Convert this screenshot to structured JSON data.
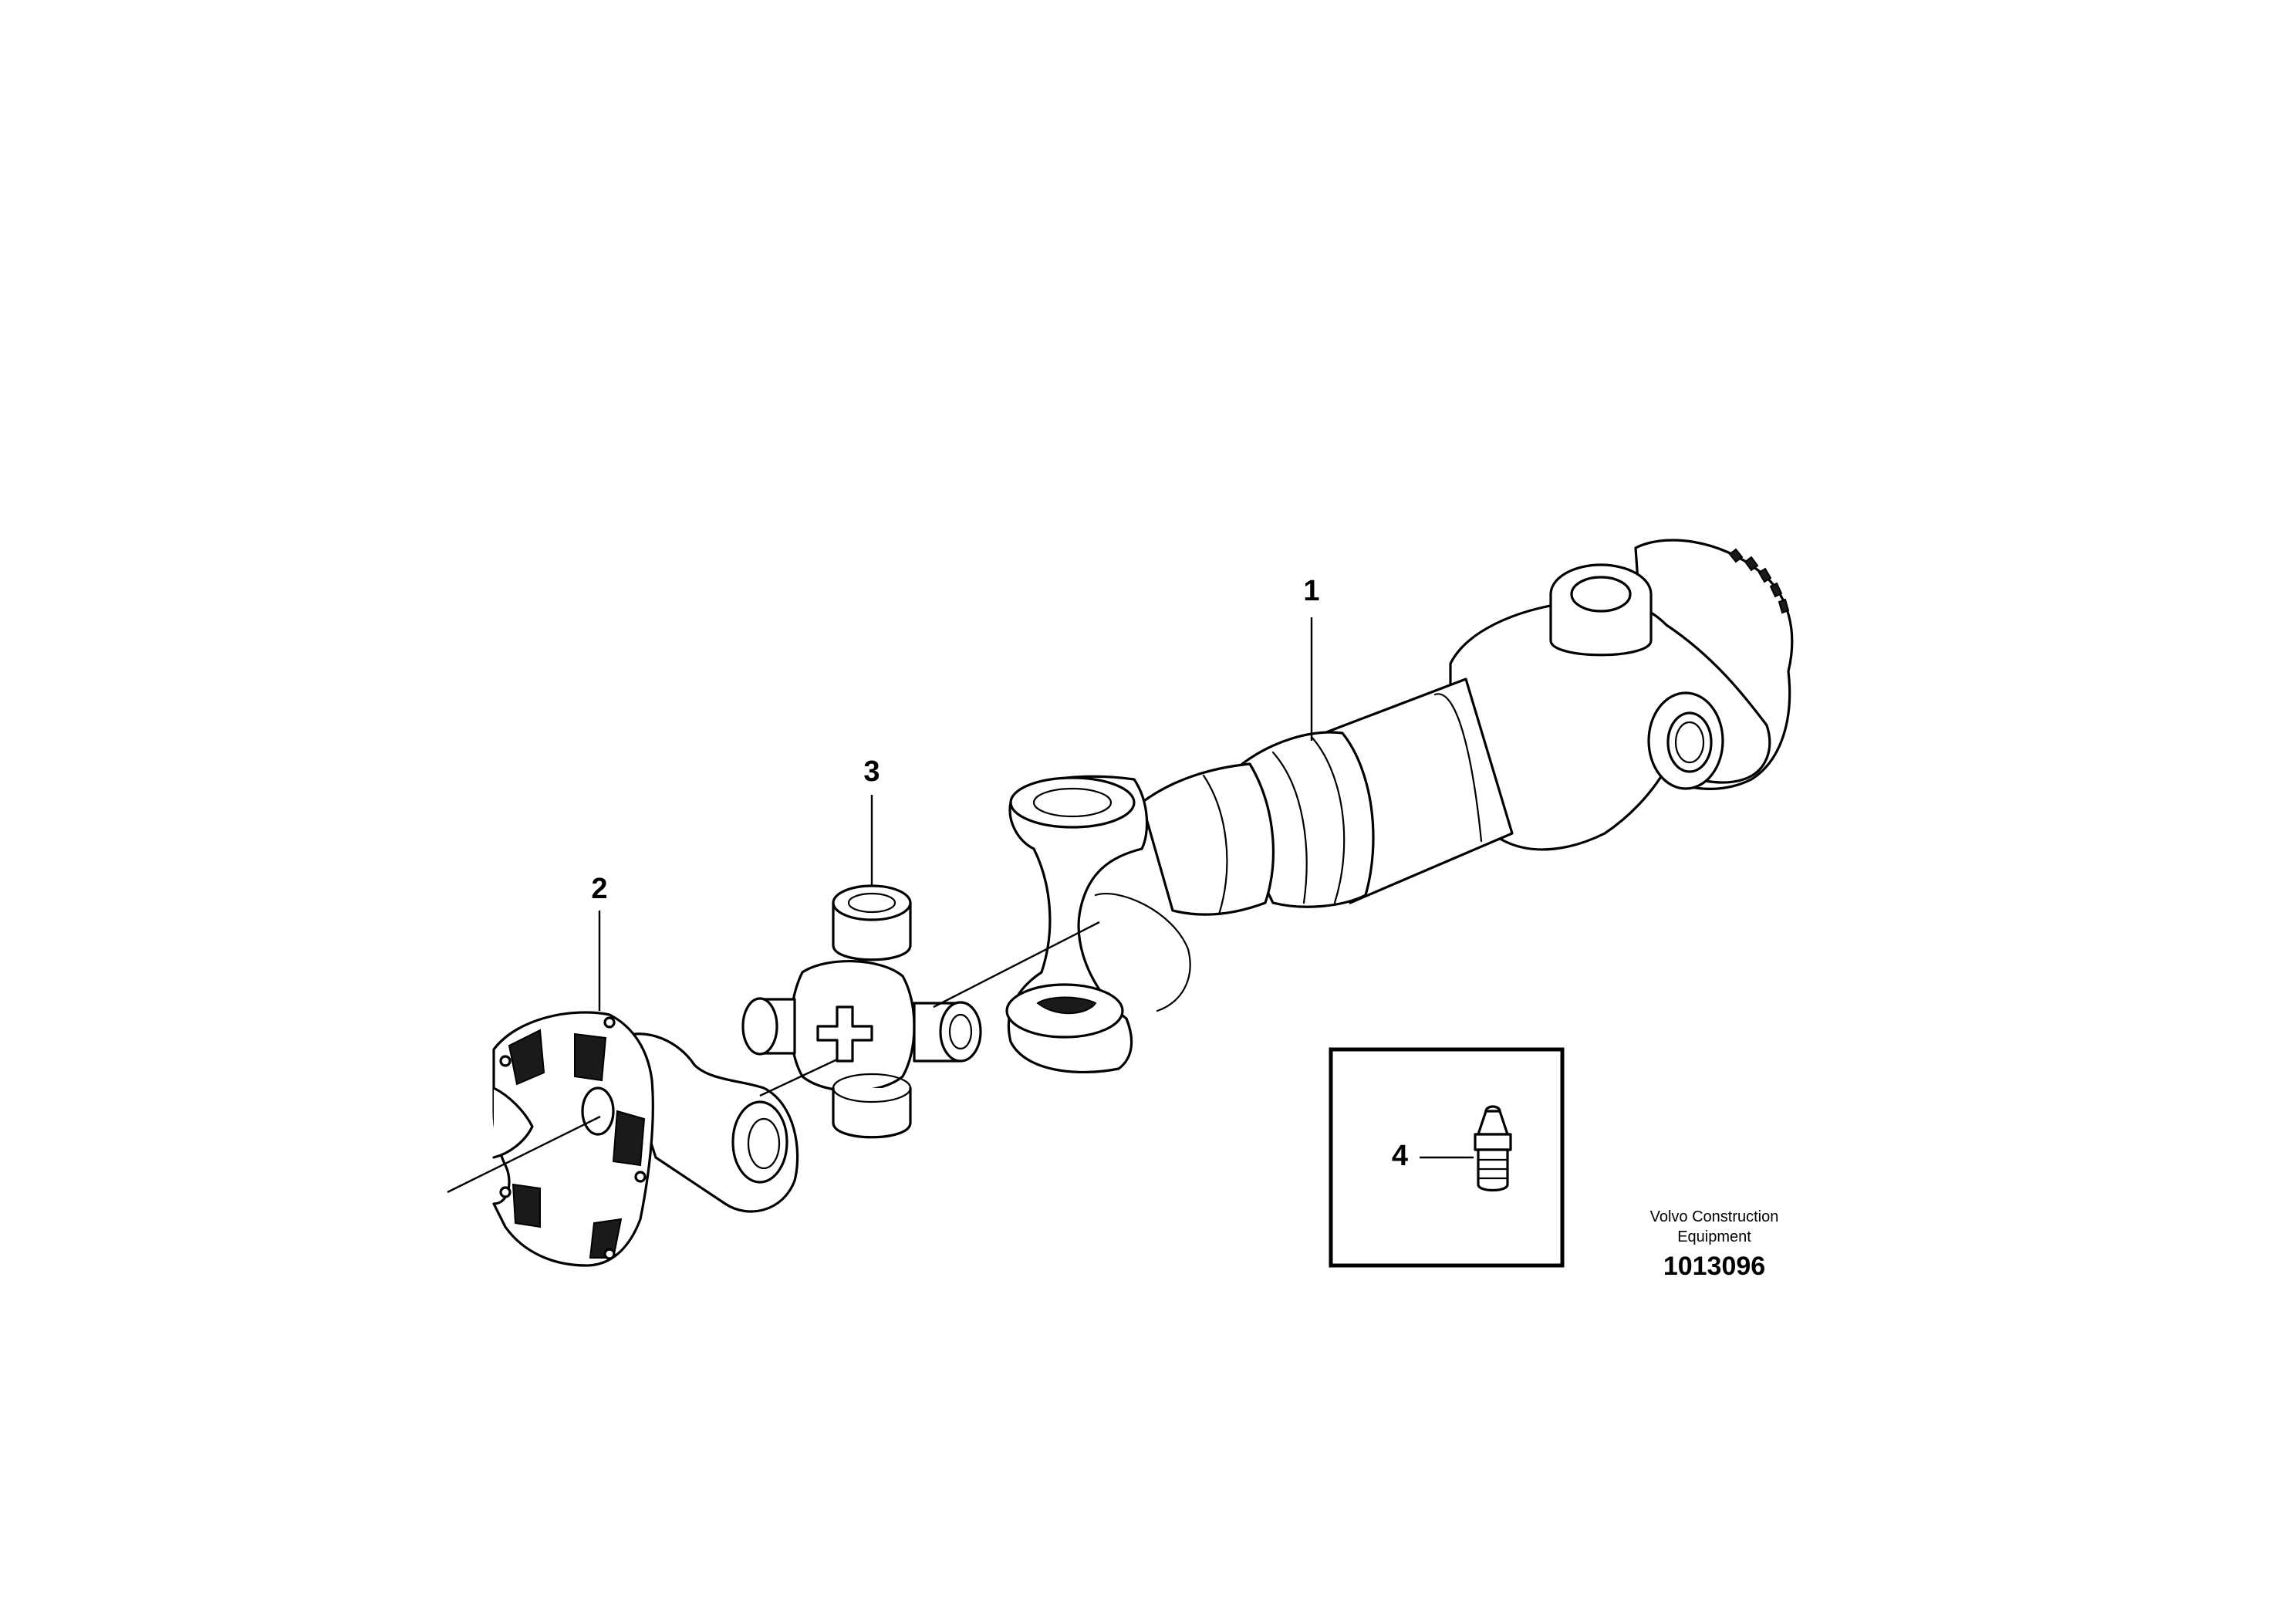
{
  "callouts": {
    "item1": "1",
    "item2": "2",
    "item3": "3",
    "item4": "4"
  },
  "credit": {
    "line1": "Volvo Construction",
    "line2": "Equipment"
  },
  "document_number": "1013096"
}
